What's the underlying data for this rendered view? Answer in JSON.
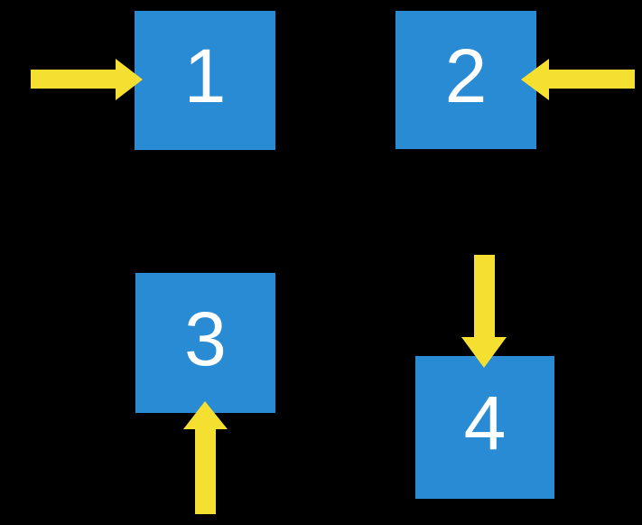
{
  "colors": {
    "background": "#000000",
    "square_fill": "#288BD3",
    "number_text": "#FFFFFF",
    "arrow_fill": "#F5E032"
  },
  "squares": [
    {
      "label": "1",
      "position": "top-left"
    },
    {
      "label": "2",
      "position": "top-right"
    },
    {
      "label": "3",
      "position": "bottom-left"
    },
    {
      "label": "4",
      "position": "bottom-right"
    }
  ],
  "arrows": [
    {
      "icon": "arrow-right-icon",
      "direction": "right",
      "points_at": "1"
    },
    {
      "icon": "arrow-left-icon",
      "direction": "left",
      "points_at": "2"
    },
    {
      "icon": "arrow-up-icon",
      "direction": "up",
      "points_at": "3"
    },
    {
      "icon": "arrow-down-icon",
      "direction": "down",
      "points_at": "4"
    }
  ]
}
